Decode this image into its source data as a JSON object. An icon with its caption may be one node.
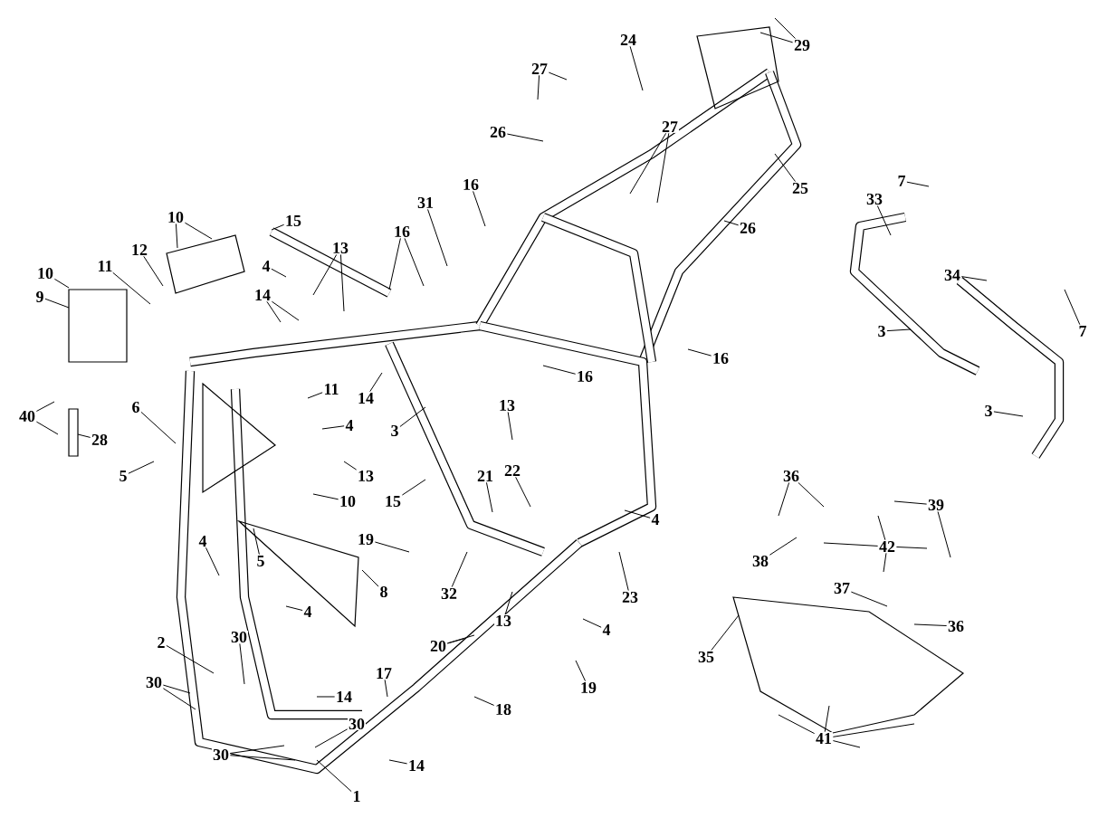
{
  "diagram": {
    "nodes": [
      {
        "text": [
          "24"
        ]
      },
      {
        "text": [
          "29"
        ]
      },
      {
        "text": [
          "27"
        ]
      },
      {
        "text": [
          "27"
        ]
      },
      {
        "text": [
          "26"
        ]
      },
      {
        "text": [
          "7"
        ]
      },
      {
        "text": [
          "16"
        ]
      },
      {
        "text": [
          "25"
        ]
      },
      {
        "text": [
          "33"
        ]
      },
      {
        "text": [
          "31"
        ]
      },
      {
        "text": [
          "10"
        ]
      },
      {
        "text": [
          "15"
        ]
      },
      {
        "text": [
          "26"
        ]
      },
      {
        "text": [
          "16"
        ]
      },
      {
        "text": [
          "13"
        ]
      },
      {
        "text": [
          "12"
        ]
      },
      {
        "text": [
          "11"
        ]
      },
      {
        "text": [
          "4"
        ]
      },
      {
        "text": [
          "10"
        ]
      },
      {
        "text": [
          "34"
        ]
      },
      {
        "text": [
          "14"
        ]
      },
      {
        "text": [
          "9"
        ]
      },
      {
        "text": [
          "7"
        ]
      },
      {
        "text": [
          "3"
        ]
      },
      {
        "text": [
          "16"
        ]
      },
      {
        "text": [
          "16"
        ]
      },
      {
        "text": [
          "11"
        ]
      },
      {
        "text": [
          "14"
        ]
      },
      {
        "text": [
          "13"
        ]
      },
      {
        "text": [
          "6"
        ]
      },
      {
        "text": [
          "3"
        ]
      },
      {
        "text": [
          "40"
        ]
      },
      {
        "text": [
          "4"
        ]
      },
      {
        "text": [
          "3"
        ]
      },
      {
        "text": [
          "28"
        ]
      },
      {
        "text": [
          "22"
        ]
      },
      {
        "text": [
          "21"
        ]
      },
      {
        "text": [
          "5"
        ]
      },
      {
        "text": [
          "13"
        ]
      },
      {
        "text": [
          "36"
        ]
      },
      {
        "text": [
          "15"
        ]
      },
      {
        "text": [
          "10"
        ]
      },
      {
        "text": [
          "39"
        ]
      },
      {
        "text": [
          "4"
        ]
      },
      {
        "text": [
          "19"
        ]
      },
      {
        "text": [
          "4"
        ]
      },
      {
        "text": [
          "42"
        ]
      },
      {
        "text": [
          "5"
        ]
      },
      {
        "text": [
          "38"
        ]
      },
      {
        "text": [
          "37"
        ]
      },
      {
        "text": [
          "8"
        ]
      },
      {
        "text": [
          "32"
        ]
      },
      {
        "text": [
          "23"
        ]
      },
      {
        "text": [
          "4"
        ]
      },
      {
        "text": [
          "13"
        ]
      },
      {
        "text": [
          "36"
        ]
      },
      {
        "text": [
          "4"
        ]
      },
      {
        "text": [
          "30"
        ]
      },
      {
        "text": [
          "2"
        ]
      },
      {
        "text": [
          "20"
        ]
      },
      {
        "text": [
          "35"
        ]
      },
      {
        "text": [
          "17"
        ]
      },
      {
        "text": [
          "30"
        ]
      },
      {
        "text": [
          "19"
        ]
      },
      {
        "text": [
          "14"
        ]
      },
      {
        "text": [
          "18"
        ]
      },
      {
        "text": [
          "30"
        ]
      },
      {
        "text": [
          "41"
        ]
      },
      {
        "text": [
          "30"
        ]
      },
      {
        "text": [
          "14"
        ]
      },
      {
        "text": [
          "1"
        ]
      }
    ],
    "edges": [
      {
        "from": 0,
        "to": null,
        "arrow": "none"
      },
      {
        "from": 1,
        "to": null,
        "arrow": "none"
      },
      {
        "from": 1,
        "to": null,
        "arrow": "none"
      },
      {
        "from": 2,
        "to": null,
        "arrow": "none"
      },
      {
        "from": 2,
        "to": null,
        "arrow": "none"
      },
      {
        "from": 3,
        "to": null,
        "arrow": "none"
      },
      {
        "from": 3,
        "to": null,
        "arrow": "none"
      },
      {
        "from": 4,
        "to": null,
        "arrow": "none"
      },
      {
        "from": 5,
        "to": null,
        "arrow": "none"
      },
      {
        "from": 6,
        "to": null,
        "arrow": "none"
      },
      {
        "from": 7,
        "to": null,
        "arrow": "none"
      },
      {
        "from": 8,
        "to": null,
        "arrow": "none"
      },
      {
        "from": 9,
        "to": null,
        "arrow": "none"
      },
      {
        "from": 10,
        "to": null,
        "arrow": "none"
      },
      {
        "from": 10,
        "to": null,
        "arrow": "none"
      },
      {
        "from": 11,
        "to": null,
        "arrow": "none"
      },
      {
        "from": 12,
        "to": null,
        "arrow": "none"
      },
      {
        "from": 13,
        "to": null,
        "arrow": "none"
      },
      {
        "from": 13,
        "to": null,
        "arrow": "none"
      },
      {
        "from": 14,
        "to": null,
        "arrow": "none"
      },
      {
        "from": 14,
        "to": null,
        "arrow": "none"
      },
      {
        "from": 15,
        "to": null,
        "arrow": "none"
      },
      {
        "from": 16,
        "to": null,
        "arrow": "none"
      },
      {
        "from": 17,
        "to": null,
        "arrow": "none"
      },
      {
        "from": 18,
        "to": null,
        "arrow": "none"
      },
      {
        "from": 19,
        "to": null,
        "arrow": "none"
      },
      {
        "from": 20,
        "to": null,
        "arrow": "none"
      },
      {
        "from": 20,
        "to": null,
        "arrow": "none"
      },
      {
        "from": 21,
        "to": null,
        "arrow": "none"
      },
      {
        "from": 22,
        "to": null,
        "arrow": "none"
      },
      {
        "from": 23,
        "to": null,
        "arrow": "none"
      },
      {
        "from": 24,
        "to": null,
        "arrow": "none"
      },
      {
        "from": 25,
        "to": null,
        "arrow": "none"
      },
      {
        "from": 26,
        "to": null,
        "arrow": "none"
      },
      {
        "from": 27,
        "to": null,
        "arrow": "none"
      },
      {
        "from": 28,
        "to": null,
        "arrow": "none"
      },
      {
        "from": 29,
        "to": null,
        "arrow": "none"
      },
      {
        "from": 30,
        "to": null,
        "arrow": "none"
      },
      {
        "from": 31,
        "to": null,
        "arrow": "none"
      },
      {
        "from": 31,
        "to": null,
        "arrow": "none"
      },
      {
        "from": 32,
        "to": null,
        "arrow": "none"
      },
      {
        "from": 33,
        "to": null,
        "arrow": "none"
      },
      {
        "from": 34,
        "to": null,
        "arrow": "none"
      },
      {
        "from": 35,
        "to": null,
        "arrow": "none"
      },
      {
        "from": 36,
        "to": null,
        "arrow": "none"
      },
      {
        "from": 37,
        "to": null,
        "arrow": "none"
      },
      {
        "from": 38,
        "to": null,
        "arrow": "none"
      },
      {
        "from": 39,
        "to": null,
        "arrow": "none"
      },
      {
        "from": 39,
        "to": null,
        "arrow": "none"
      },
      {
        "from": 40,
        "to": null,
        "arrow": "none"
      },
      {
        "from": 41,
        "to": null,
        "arrow": "none"
      },
      {
        "from": 42,
        "to": null,
        "arrow": "none"
      },
      {
        "from": 42,
        "to": null,
        "arrow": "none"
      },
      {
        "from": 43,
        "to": null,
        "arrow": "none"
      },
      {
        "from": 44,
        "to": null,
        "arrow": "none"
      },
      {
        "from": 45,
        "to": null,
        "arrow": "none"
      },
      {
        "from": 46,
        "to": null,
        "arrow": "none"
      },
      {
        "from": 46,
        "to": null,
        "arrow": "none"
      },
      {
        "from": 46,
        "to": null,
        "arrow": "none"
      },
      {
        "from": 46,
        "to": null,
        "arrow": "none"
      },
      {
        "from": 47,
        "to": null,
        "arrow": "none"
      },
      {
        "from": 48,
        "to": null,
        "arrow": "none"
      },
      {
        "from": 49,
        "to": null,
        "arrow": "none"
      },
      {
        "from": 50,
        "to": null,
        "arrow": "none"
      },
      {
        "from": 51,
        "to": null,
        "arrow": "none"
      },
      {
        "from": 52,
        "to": null,
        "arrow": "none"
      },
      {
        "from": 53,
        "to": null,
        "arrow": "none"
      },
      {
        "from": 54,
        "to": null,
        "arrow": "none"
      },
      {
        "from": 55,
        "to": null,
        "arrow": "none"
      },
      {
        "from": 56,
        "to": null,
        "arrow": "none"
      },
      {
        "from": 57,
        "to": null,
        "arrow": "none"
      },
      {
        "from": 58,
        "to": null,
        "arrow": "none"
      },
      {
        "from": 59,
        "to": null,
        "arrow": "none"
      },
      {
        "from": 59,
        "to": null,
        "arrow": "none"
      },
      {
        "from": 60,
        "to": null,
        "arrow": "none"
      },
      {
        "from": 61,
        "to": null,
        "arrow": "none"
      },
      {
        "from": 62,
        "to": null,
        "arrow": "none"
      },
      {
        "from": 62,
        "to": null,
        "arrow": "none"
      },
      {
        "from": 63,
        "to": null,
        "arrow": "none"
      },
      {
        "from": 64,
        "to": null,
        "arrow": "none"
      },
      {
        "from": 65,
        "to": null,
        "arrow": "none"
      },
      {
        "from": 66,
        "to": null,
        "arrow": "none"
      },
      {
        "from": 67,
        "to": null,
        "arrow": "none"
      },
      {
        "from": 67,
        "to": null,
        "arrow": "none"
      },
      {
        "from": 67,
        "to": null,
        "arrow": "none"
      },
      {
        "from": 67,
        "to": null,
        "arrow": "none"
      },
      {
        "from": 68,
        "to": null,
        "arrow": "none"
      },
      {
        "from": 68,
        "to": null,
        "arrow": "none"
      },
      {
        "from": 69,
        "to": null,
        "arrow": "none"
      },
      {
        "from": 70,
        "to": null,
        "arrow": "none"
      }
    ]
  }
}
